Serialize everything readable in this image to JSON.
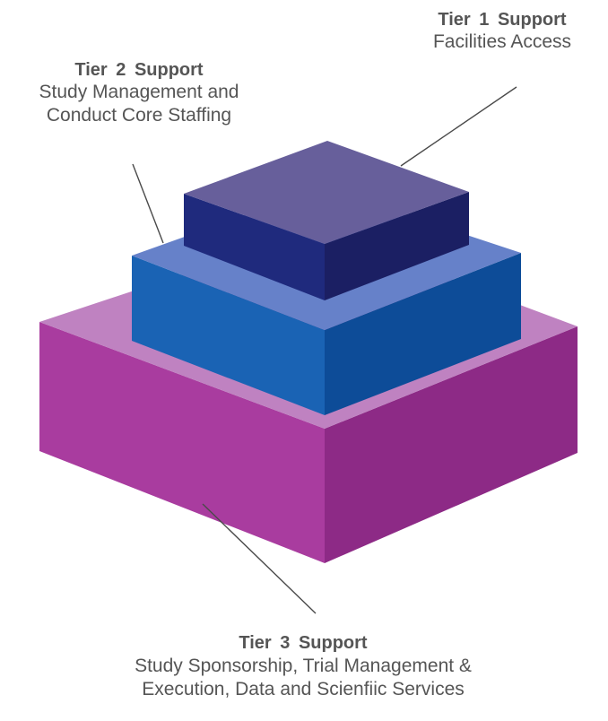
{
  "tiers": [
    {
      "title": "Tier 1  Support",
      "description_lines": [
        "Facilities Access"
      ]
    },
    {
      "title": "Tier 2  Support",
      "description_lines": [
        "Study Management and",
        "Conduct Core Staffing"
      ]
    },
    {
      "title": "Tier 3  Support",
      "description_lines": [
        "Study Sponsorship, Trial Management &",
        "Execution, Data and Scienfiic Services"
      ]
    }
  ],
  "colors": {
    "tier1_top": "#675f9b",
    "tier1_left": "#1f2a7d",
    "tier1_right": "#1b1f63",
    "tier2_top": "#6681c9",
    "tier2_left": "#1a63b4",
    "tier2_right": "#0d4c98",
    "tier3_top": "#bf82c1",
    "tier3_left": "#a93c9f",
    "tier3_right": "#8d2a86",
    "leader_line": "#4a4a4a"
  }
}
